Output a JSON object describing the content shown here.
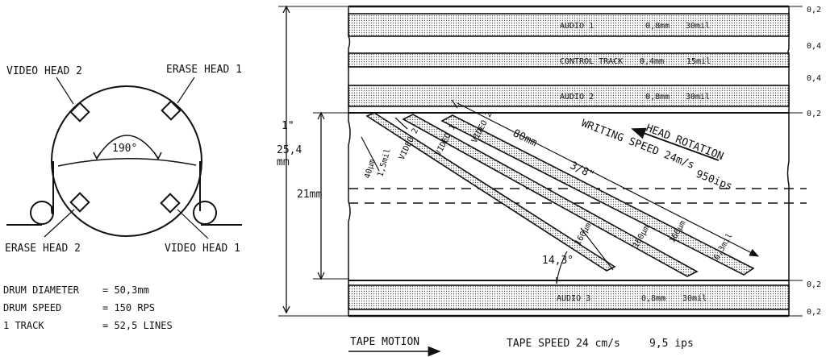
{
  "drum": {
    "video_head_2": "VIDEO HEAD 2",
    "erase_head_1": "ERASE HEAD 1",
    "erase_head_2": "ERASE HEAD 2",
    "video_head_1": "VIDEO HEAD 1",
    "wrap_angle": "190°"
  },
  "specs": [
    {
      "name": "DRUM DIAMETER",
      "value": "= 50,3mm"
    },
    {
      "name": "DRUM SPEED",
      "value": "= 150 RPS"
    },
    {
      "name": "1 TRACK",
      "value": "= 52,5 LINES"
    }
  ],
  "tape": {
    "tracks": {
      "audio_1": {
        "name": "AUDIO 1",
        "width": "0,8mm",
        "mil": "30mil"
      },
      "control": {
        "name": "CONTROL TRACK",
        "width": "0,4mm",
        "mil": "15mil"
      },
      "audio_2": {
        "name": "AUDIO 2",
        "width": "0,8mm",
        "mil": "30mil"
      },
      "audio_3": {
        "name": "AUDIO 3",
        "width": "0,8mm",
        "mil": "30mil"
      }
    },
    "right_dims": [
      "0,2",
      "0,4",
      "0,4",
      "0,2",
      "0,2",
      "0,2"
    ],
    "tape_width_inch": "1\"",
    "tape_width_mm_a": "25,4",
    "tape_width_mm_b": "mm",
    "video_area": "21mm",
    "slant_tracks": {
      "video_2a": "VIDEO 2",
      "video_1": "VIDEO 1",
      "video_2b": "VIDEO 2"
    },
    "guard_um": "40μm",
    "guard_mil": "1,5mil",
    "track_len_mm": "80mm",
    "track_len_inch": "3/8\"",
    "writing_speed": "WRITING SPEED 24m/s",
    "writing_ips": "950ips",
    "head_rotation": "HEAD ROTATION",
    "track_widths": [
      "160μm",
      "160μm",
      "160μm"
    ],
    "track_mil": "6,3mil",
    "angle": "14,3°",
    "tape_motion": "TAPE MOTION",
    "tape_speed": "TAPE SPEED 24 cm/s",
    "tape_ips": "9,5 ips"
  }
}
